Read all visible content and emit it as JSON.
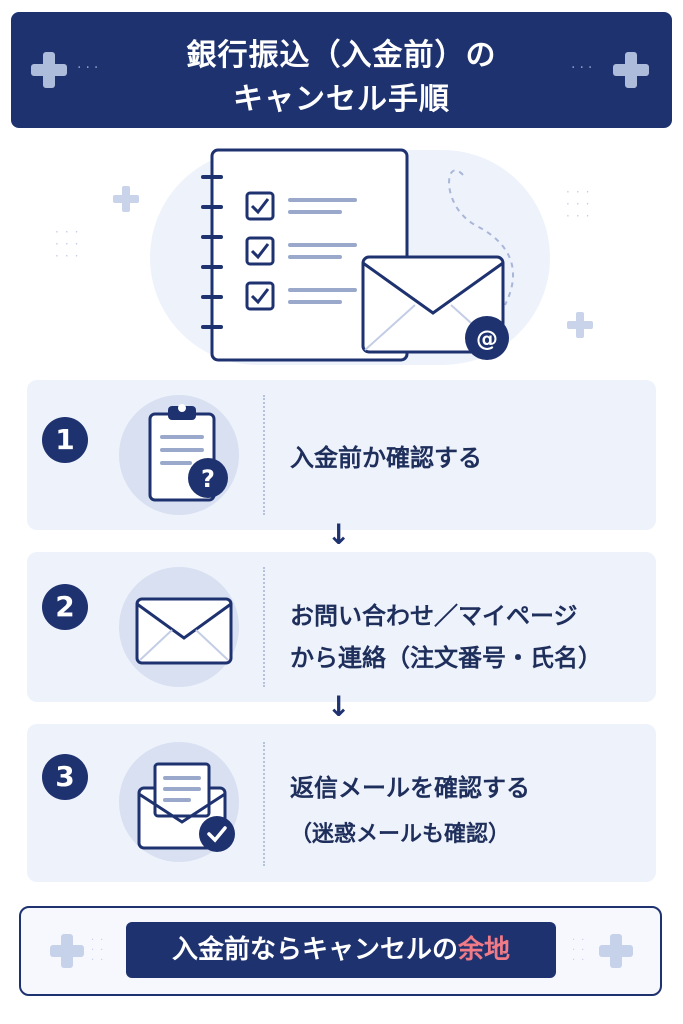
{
  "header": {
    "title_line1": "銀行振込（入金前）の",
    "title_line2": "キャンセル手順"
  },
  "steps": [
    {
      "number": "1",
      "line1": "入金前か確認する",
      "line2": ""
    },
    {
      "number": "2",
      "line1": "お問い合わせ／マイページ",
      "line2": "から連絡（注文番号・氏名）"
    },
    {
      "number": "3",
      "line1": "返信メールを確認する",
      "line2": "（迷惑メールも確認）"
    }
  ],
  "arrow_glyph": "↓",
  "footer": {
    "text_main": "入金前ならキャンセルの",
    "text_highlight": "余地"
  },
  "icons": {
    "header": [
      "plus-icon",
      "plus-icon"
    ],
    "illustration": [
      "checklist-notebook-icon",
      "envelope-icon",
      "at-sign-icon"
    ],
    "step1": "clipboard-question-icon",
    "step2": "envelope-icon",
    "step3": "envelope-check-icon"
  },
  "colors": {
    "navy": "#1f3270",
    "panel": "#eef2fb",
    "highlight": "#f07a86"
  }
}
